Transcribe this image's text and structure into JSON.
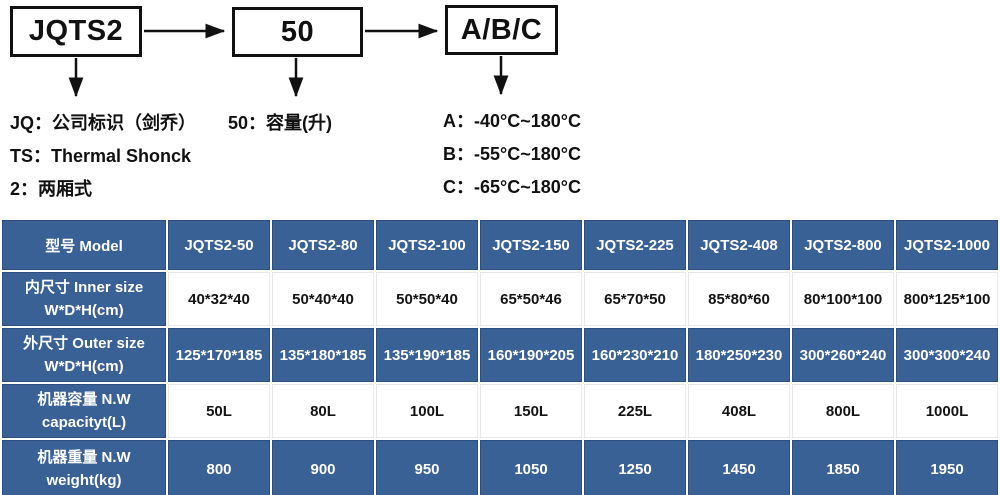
{
  "diagram": {
    "boxes": [
      {
        "label": "JQTS2"
      },
      {
        "label": "50"
      },
      {
        "label": "A/B/C"
      }
    ],
    "legend_left": [
      "JQ：公司标识（剑乔）",
      "TS：Thermal Shonck",
      "2：两厢式"
    ],
    "legend_mid": "50：容量(升)",
    "legend_right": [
      "A：-40°C~180°C",
      "B：-55°C~180°C",
      "C：-65°C~180°C"
    ]
  },
  "table": {
    "header": {
      "label": "型号 Model",
      "models": [
        "JQTS2-50",
        "JQTS2-80",
        "JQTS2-100",
        "JQTS2-150",
        "JQTS2-225",
        "JQTS2-408",
        "JQTS2-800",
        "JQTS2-1000"
      ]
    },
    "rows": [
      {
        "label_line1": "内尺寸 Inner size",
        "label_line2": "W*D*H(cm)",
        "values": [
          "40*32*40",
          "50*40*40",
          "50*50*40",
          "65*50*46",
          "65*70*50",
          "85*80*60",
          "80*100*100",
          "800*125*100"
        ]
      },
      {
        "label_line1": "外尺寸 Outer size",
        "label_line2": "W*D*H(cm)",
        "values": [
          "125*170*185",
          "135*180*185",
          "135*190*185",
          "160*190*205",
          "160*230*210",
          "180*250*230",
          "300*260*240",
          "300*300*240"
        ]
      },
      {
        "label_line1": "机器容量 N.W",
        "label_line2": "capacityt(L)",
        "values": [
          "50L",
          "80L",
          "100L",
          "150L",
          "225L",
          "408L",
          "800L",
          "1000L"
        ]
      },
      {
        "label_line1": "机器重量 N.W",
        "label_line2": "weight(kg)",
        "values": [
          "800",
          "900",
          "950",
          "1050",
          "1250",
          "1450",
          "1850",
          "1950"
        ]
      }
    ]
  },
  "colors": {
    "table_blue": "#3a6195",
    "table_blue_border": "#2d4f80",
    "box_border": "#111111",
    "text_dark": "#141414",
    "header_text": "#ffffff"
  }
}
